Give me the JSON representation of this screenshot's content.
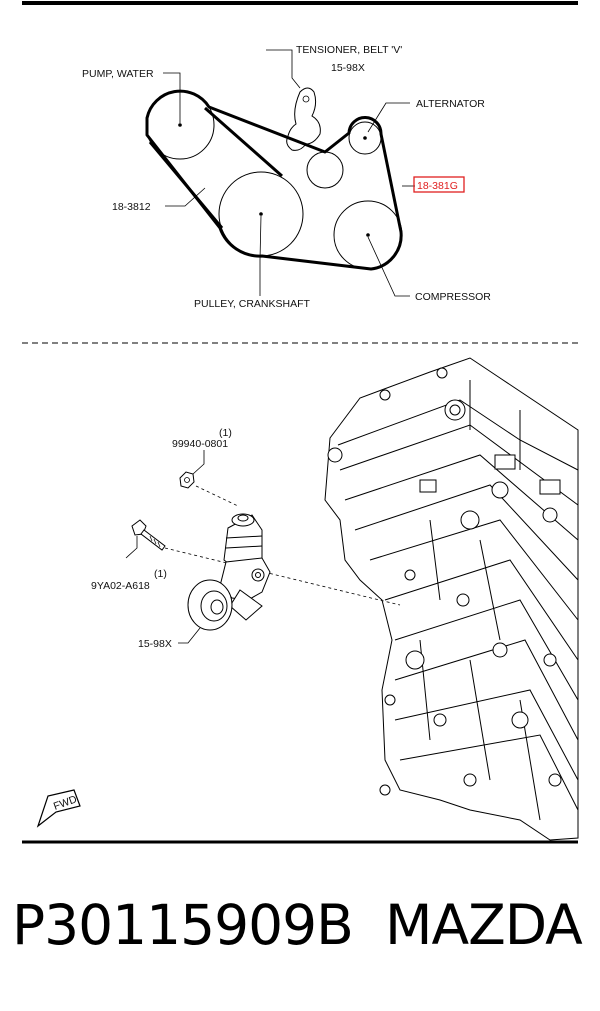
{
  "belt_diagram": {
    "labels": {
      "tensioner_line1": "TENSIONER, BELT 'V'",
      "tensioner_line2": "15-98X",
      "pump_water": "PUMP, WATER",
      "alternator": "ALTERNATOR",
      "belt_part": "18-3812",
      "highlighted_part": "18-381G",
      "crankshaft": "PULLEY, CRANKSHAFT",
      "compressor": "COMPRESSOR"
    },
    "highlight_color": "#e02020"
  },
  "engine_diagram": {
    "labels": {
      "bolt_qty_a": "(1)",
      "bolt_part_a": "99940-0801",
      "bolt_qty_b": "(1)",
      "bolt_part_b": "9YA02-A618",
      "tensioner_part": "15-98X",
      "fwd": "FWD"
    }
  },
  "footer": {
    "part_number": "P30115909B",
    "brand": "MAZDA"
  }
}
